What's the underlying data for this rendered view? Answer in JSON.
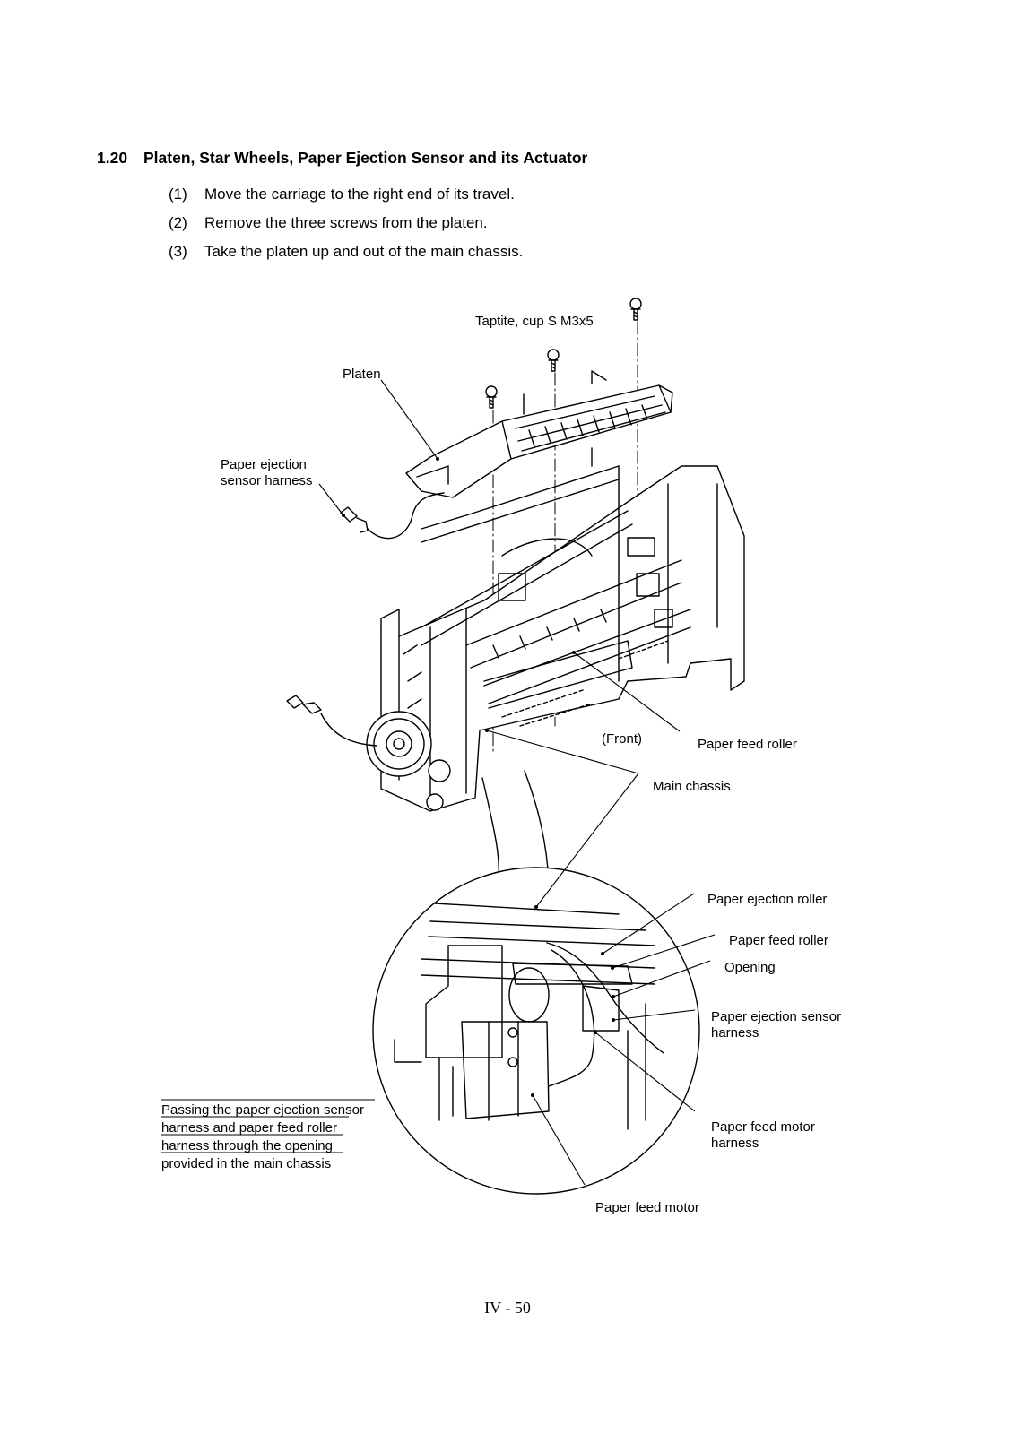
{
  "section": {
    "number": "1.20",
    "title": "Platen, Star Wheels, Paper Ejection Sensor and its Actuator"
  },
  "steps": [
    {
      "num": "(1)",
      "text": "Move the carriage to the right end of its travel."
    },
    {
      "num": "(2)",
      "text": "Remove the three screws from the platen."
    },
    {
      "num": "(3)",
      "text": "Take the platen up and out of the main chassis."
    }
  ],
  "figure": {
    "labels": {
      "screw": "Taptite, cup S M3x5",
      "platen": "Platen",
      "harness_top_1": "Paper ejection",
      "harness_top_2": "sensor harness",
      "front": "(Front)",
      "feed_roller_top": "Paper feed roller",
      "main_chassis": "Main chassis",
      "ejection_roller": "Paper ejection roller",
      "feed_roller": "Paper feed roller",
      "opening": "Opening",
      "eject_harness_1": "Paper ejection sensor",
      "eject_harness_2": "harness",
      "motor_harness_1": "Paper feed motor",
      "motor_harness_2": "harness",
      "motor": "Paper feed motor",
      "note_1": "Passing the paper ejection sensor",
      "note_2": "harness and paper feed roller",
      "note_3": "harness through the opening",
      "note_4": "provided in the main chassis"
    }
  },
  "footer": "IV - 50"
}
